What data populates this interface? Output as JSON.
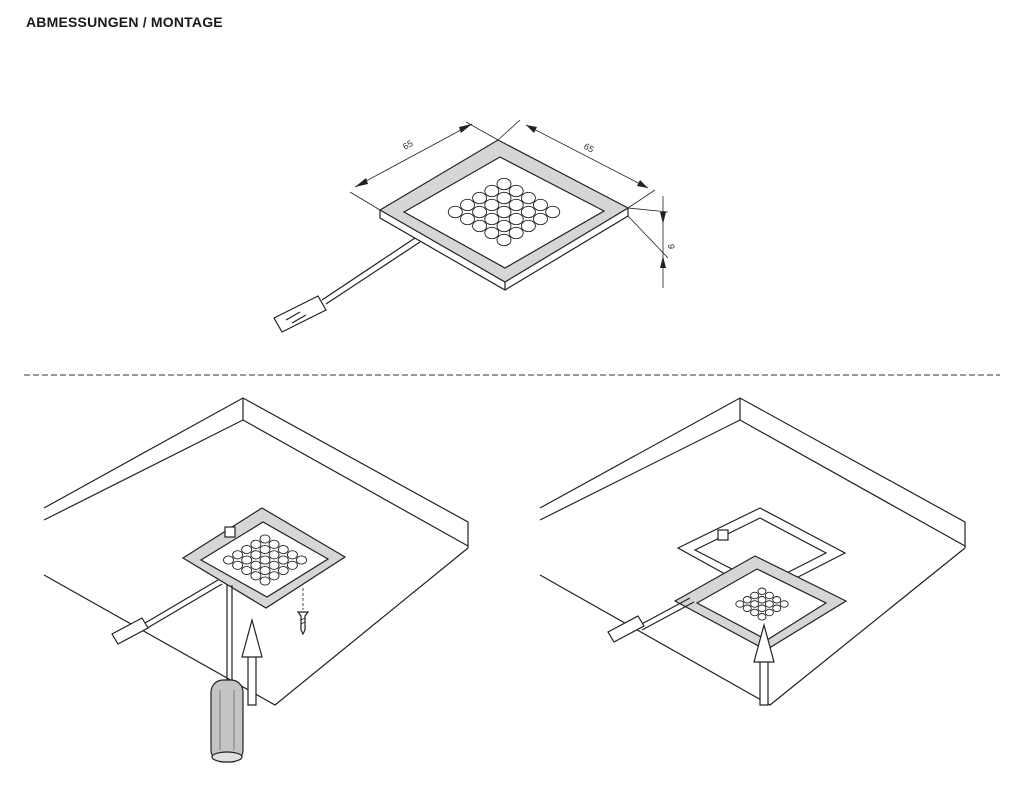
{
  "header": {
    "title": "ABMESSUNGEN / MONTAGE"
  },
  "dimensions": {
    "width": "65",
    "depth": "65",
    "height": "9"
  },
  "colors": {
    "line": "#222222",
    "frame": "#d3d3d3",
    "panel": "#ffffff"
  },
  "steps": [
    {
      "name": "screw-mounting",
      "icons": [
        "screwdriver-icon",
        "screw-icon",
        "arrow-up-icon"
      ]
    },
    {
      "name": "clip-mounting",
      "icons": [
        "mounting-ring-icon",
        "arrow-up-icon"
      ]
    }
  ]
}
